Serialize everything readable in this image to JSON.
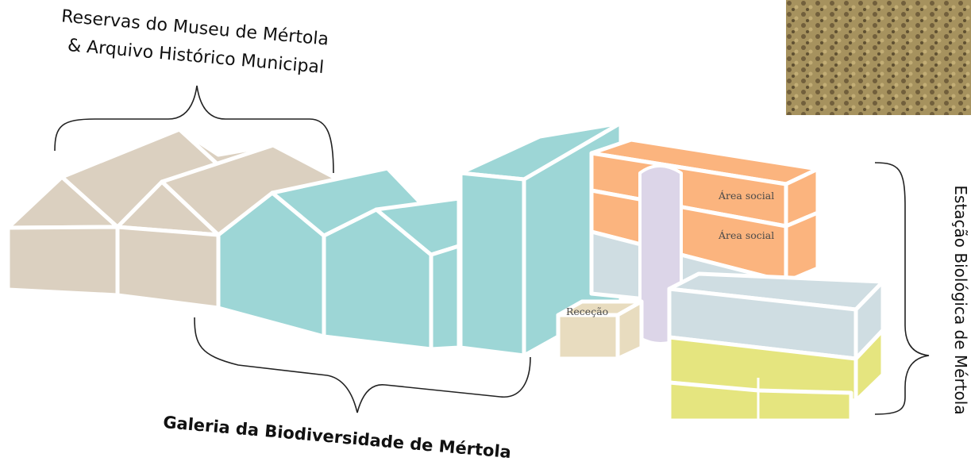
{
  "labels": {
    "reserves_line1": "Reservas do Museu de Mértola",
    "reserves_line2": "& Arquivo Histórico Municipal",
    "gallery": "Galeria da Biodiversidade de Mértola",
    "station": "Estação Biológica de Mértola",
    "social_area_upper": "Área social",
    "social_area_lower": "Área social",
    "reception": "Receção"
  },
  "colors": {
    "beige": "#dbd0c0",
    "teal": "#9dd6d6",
    "orange": "#fbb47e",
    "lavender": "#dcd5e8",
    "pale_blue": "#cfdde2",
    "tan": "#e8dcbf",
    "yellow": "#e5e57f",
    "photo_tone": "#8c7a52"
  }
}
